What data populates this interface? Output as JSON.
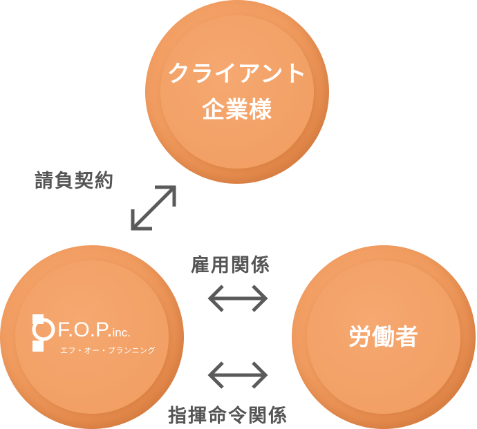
{
  "nodes": {
    "client": {
      "line1": "クライアント",
      "line2": "企業様"
    },
    "fop": {
      "logo_main": "F.O.P.",
      "logo_inc": "inc.",
      "logo_sub": "エフ・オー・プランニング"
    },
    "worker": {
      "label": "労働者"
    }
  },
  "relations": {
    "ukeoi": "請負契約",
    "koyou": "雇用関係",
    "shiki": "指揮命令関係"
  },
  "colors": {
    "circle": "#f09b5f",
    "arrow": "#5a5a5a",
    "label": "#555555"
  }
}
